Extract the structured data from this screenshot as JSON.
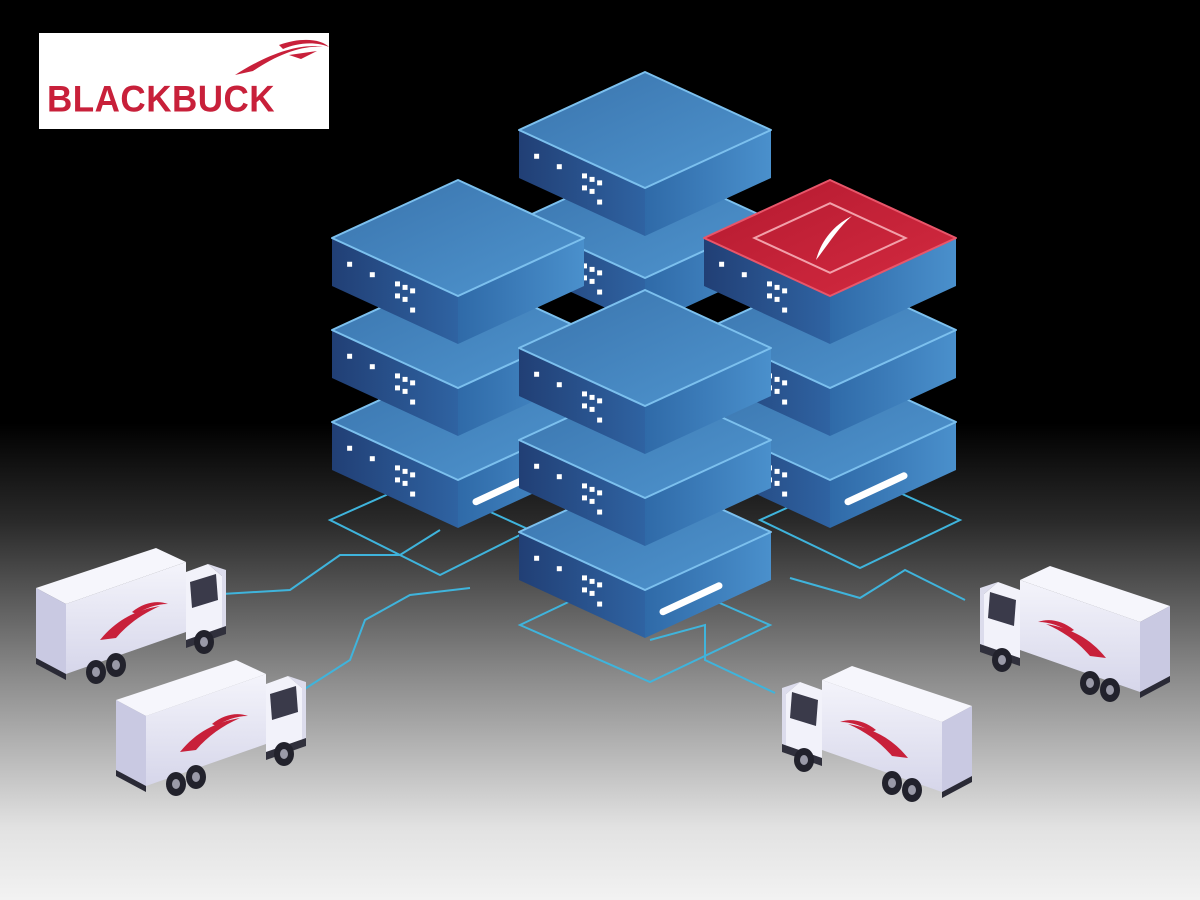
{
  "logo": {
    "text": "BLACKBUCK",
    "brand_color": "#c8203a",
    "icon": "blackbuck-swoosh-icon"
  },
  "colors": {
    "server_top": "#3f7fb8",
    "server_side": "#2a5996",
    "server_highlight": "#5b9fd6",
    "accent_server": "#c01f34",
    "network_line": "#3fb4dc",
    "truck_body": "#e8e8f6"
  },
  "scene": {
    "server_stacks": [
      {
        "name": "server-stack-back",
        "units": 2,
        "accent_top": false
      },
      {
        "name": "server-stack-left",
        "units": 3,
        "accent_top": false
      },
      {
        "name": "server-stack-right",
        "units": 3,
        "accent_top": true
      },
      {
        "name": "server-stack-front",
        "units": 3,
        "accent_top": false
      }
    ],
    "trucks": [
      {
        "name": "truck-left-top",
        "facing": "right"
      },
      {
        "name": "truck-left-bottom",
        "facing": "right"
      },
      {
        "name": "truck-right-top",
        "facing": "left"
      },
      {
        "name": "truck-right-bottom",
        "facing": "left"
      }
    ]
  }
}
